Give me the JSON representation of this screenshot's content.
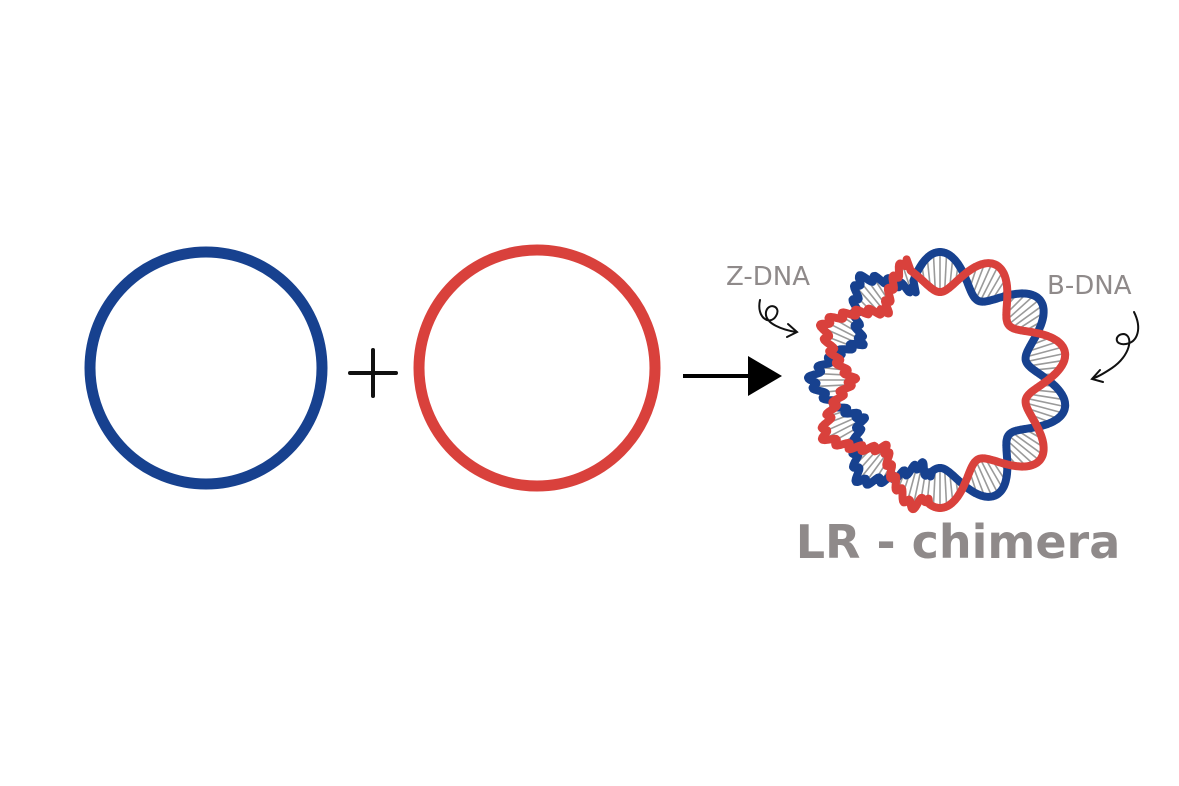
{
  "diagram": {
    "operator_plus": "+",
    "left_circle": {
      "color": "#17418f"
    },
    "right_circle": {
      "color": "#d9413c"
    },
    "arrow_color": "#000000",
    "chimera": {
      "label": "LR - chimera",
      "strand_colors": [
        "#17418f",
        "#d9413c"
      ],
      "rung_color": "#9a9a9a",
      "z_dna_label": "Z-DNA",
      "b_dna_label": "B-DNA",
      "label_color": "#8f8a8a"
    }
  }
}
